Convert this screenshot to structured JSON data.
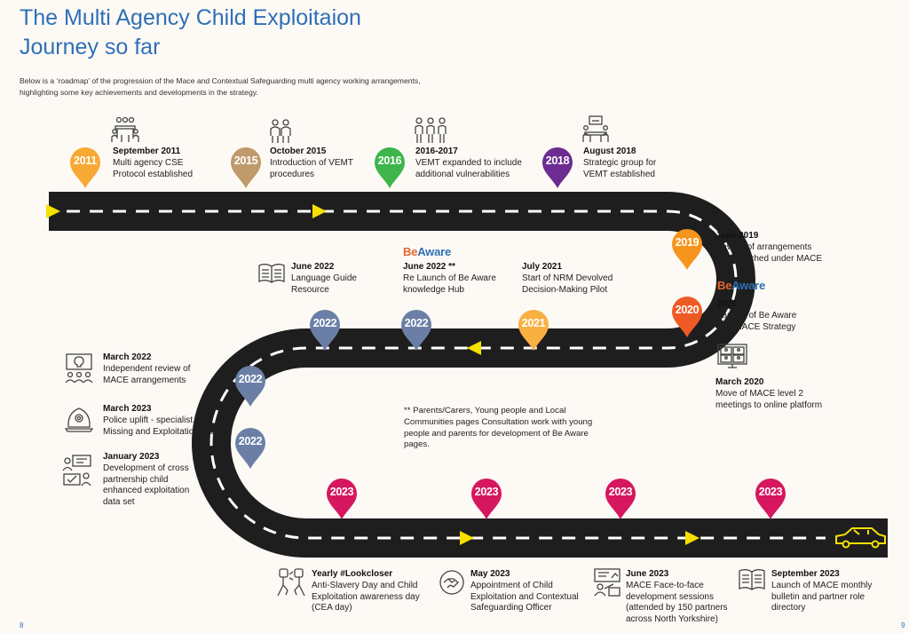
{
  "title": {
    "line1": "The Multi Agency Child Exploitaion",
    "line2": "Journey so far"
  },
  "intro": "Below is a ‘roadmap’ of the progression of the Mace and Contextual Safeguarding multi agency working arrangements, highlighting some key achievements and developments in the strategy.",
  "colors": {
    "title": "#2f6fb7",
    "road": "#1e1e1e",
    "arrow": "#f5e000",
    "pin_2011": "#f7a933",
    "pin_2015": "#bf9a6b",
    "pin_2016": "#3db54a",
    "pin_2018": "#6c2c91",
    "pin_2019": "#f7941d",
    "pin_2020": "#ee5a24",
    "pin_2021": "#f9b043",
    "pin_2022": "#6b7fa6",
    "pin_2023": "#d6175f"
  },
  "pins": {
    "p2011": "2011",
    "p2015": "2015",
    "p2016": "2016",
    "p2018": "2018",
    "p2019": "2019",
    "p2020": "2020",
    "p2021": "2021",
    "p2022a": "2022",
    "p2022b": "2022",
    "p2022c": "2022",
    "p2022d": "2022",
    "p2023a": "2023",
    "p2023b": "2023",
    "p2023c": "2023",
    "p2023d": "2023"
  },
  "events": {
    "e1": {
      "date": "September 2011",
      "desc": "Multi agency CSE\nProtocol established"
    },
    "e2": {
      "date": "October 2015",
      "desc": "Introduction of VEMT\nprocedures"
    },
    "e3": {
      "date": "2016-2017",
      "desc": "VEMT expanded to include\nadditional vulnerabilities"
    },
    "e4": {
      "date": "August 2018",
      "desc": "Strategic group for\nVEMT established"
    },
    "e5": {
      "date": "June 2019",
      "desc": "Review of arrangements\nand launched under MACE"
    },
    "e6": {
      "date": "2020",
      "desc": "Launch of Be Aware\nand MACE Strategy"
    },
    "e7": {
      "date": "March 2020",
      "desc": "Move of MACE level 2\nmeetings to online platform"
    },
    "e8": {
      "date": "July 2021",
      "desc": "Start of NRM Devolved\nDecision-Making Pilot"
    },
    "e9": {
      "date": "June 2022 **",
      "desc": "Re Launch of Be Aware\nknowledge Hub"
    },
    "e10": {
      "date": "June 2022",
      "desc": "Language Guide\nResource"
    },
    "e11": {
      "date": "March 2022",
      "desc": "Independent review of\nMACE arrangements"
    },
    "e12": {
      "date": "March 2023",
      "desc": "Police uplift - specialist\nMissing and Exploitation Team"
    },
    "e13": {
      "date": "January 2023",
      "desc": "Development of cross\npartnership child\nenhanced exploitation\ndata set"
    },
    "e14": {
      "date": "Yearly #Lookcloser",
      "desc": "Anti-Slavery Day and Child\nExploitation awareness day\n(CEA day)"
    },
    "e15": {
      "date": "May 2023",
      "desc": "Appointment of Child\nExploitation and Contextual\nSafeguarding Officer"
    },
    "e16": {
      "date": "June 2023",
      "desc": "MACE Face-to-face\ndevelopment sessions\n(attended by 150 partners\nacross North Yorkshire)"
    },
    "e17": {
      "date": "September 2023",
      "desc": "Launch of MACE monthly\nbulletin and partner role\ndirectory"
    }
  },
  "logo": {
    "be": "Be",
    "aware": "Aware"
  },
  "note": "** Parents/Carers, Young people and Local Communities pages Consultation work with young people and parents for development of Be Aware pages.",
  "page_numbers": {
    "left": "8",
    "right": "9"
  },
  "icons": [
    "meeting-icon",
    "people-icon",
    "family-icon",
    "boardroom-icon",
    "book-icon",
    "idea-group-icon",
    "police-helmet-icon",
    "checklist-people-icon",
    "raised-fists-icon",
    "handshake-icon",
    "presentation-icon",
    "open-book-icon",
    "video-call-icon",
    "car-icon"
  ]
}
